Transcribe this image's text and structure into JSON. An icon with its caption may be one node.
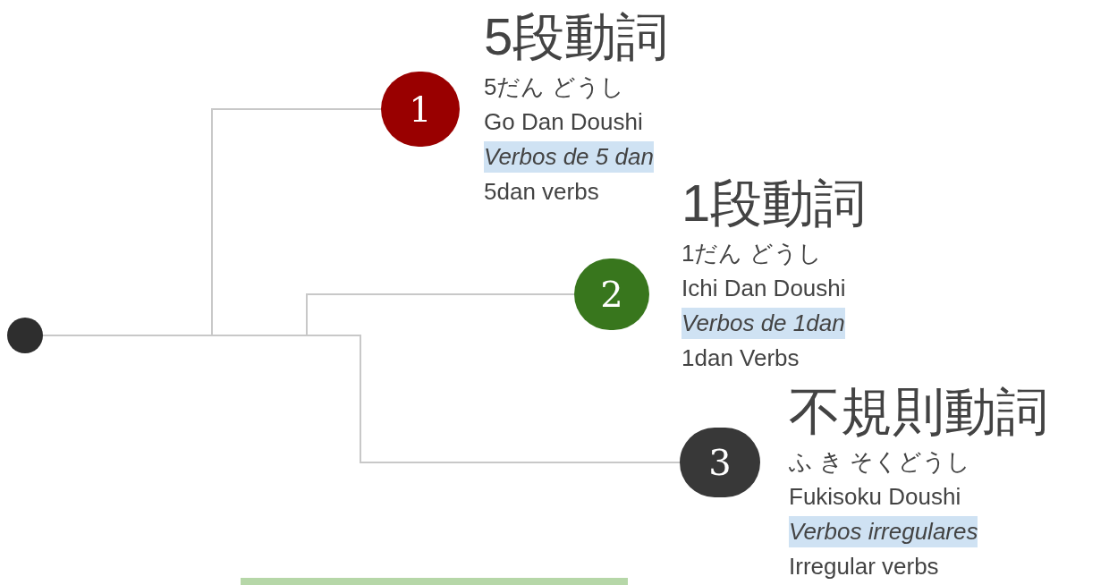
{
  "diagram": {
    "nodes": [
      {
        "text": [],
        "shape": "circle"
      },
      {
        "text": [
          "1"
        ],
        "beside": [
          "5段動詞",
          "5だん どうし",
          "Go Dan Doushi",
          "Verbos de 5 dan",
          "5dan verbs"
        ]
      },
      {
        "text": [
          "2"
        ],
        "beside": [
          "1段動詞",
          "1だん どうし",
          "Ichi Dan Doushi",
          "Verbos de 1dan",
          "1dan Verbs"
        ]
      },
      {
        "text": [
          "3"
        ],
        "beside": [
          "不規則動詞",
          "ふ き そくどうし",
          "Fukisoku Doushi",
          "Verbos irregulares",
          "Irregular verbs"
        ]
      }
    ],
    "edges": [
      {
        "from": 0,
        "to": 1,
        "arrow": "none"
      },
      {
        "from": 0,
        "to": 2,
        "arrow": "none"
      },
      {
        "from": 0,
        "to": 3,
        "arrow": "none"
      }
    ]
  }
}
